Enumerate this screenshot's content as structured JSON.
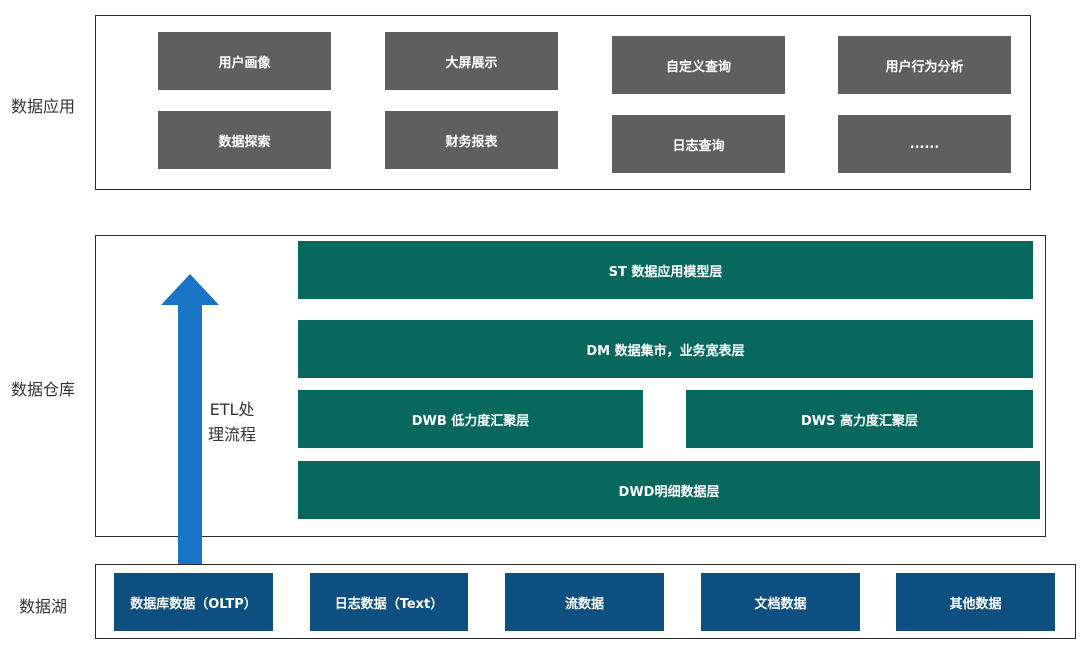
{
  "application": {
    "label": "数据应用",
    "items": [
      "用户画像",
      "大屏展示",
      "自定义查询",
      "用户行为分析",
      "数据探索",
      "财务报表",
      "日志查询",
      "......"
    ]
  },
  "warehouse": {
    "label": "数据仓库",
    "etl_line1": "ETL处",
    "etl_line2": "理流程",
    "layers": {
      "st": "ST 数据应用模型层",
      "dm": "DM 数据集市，业务宽表层",
      "dwb": "DWB 低力度汇聚层",
      "dws": "DWS 高力度汇聚层",
      "dwd": "DWD明细数据层"
    }
  },
  "lake": {
    "label": "数据湖",
    "items": [
      "数据库数据（OLTP）",
      "日志数据（Text）",
      "流数据",
      "文档数据",
      "其他数据"
    ]
  },
  "colors": {
    "app_box": "#5f5f5f",
    "warehouse_box": "#08685e",
    "lake_box": "#0e4f82",
    "arrow": "#1874c5"
  }
}
